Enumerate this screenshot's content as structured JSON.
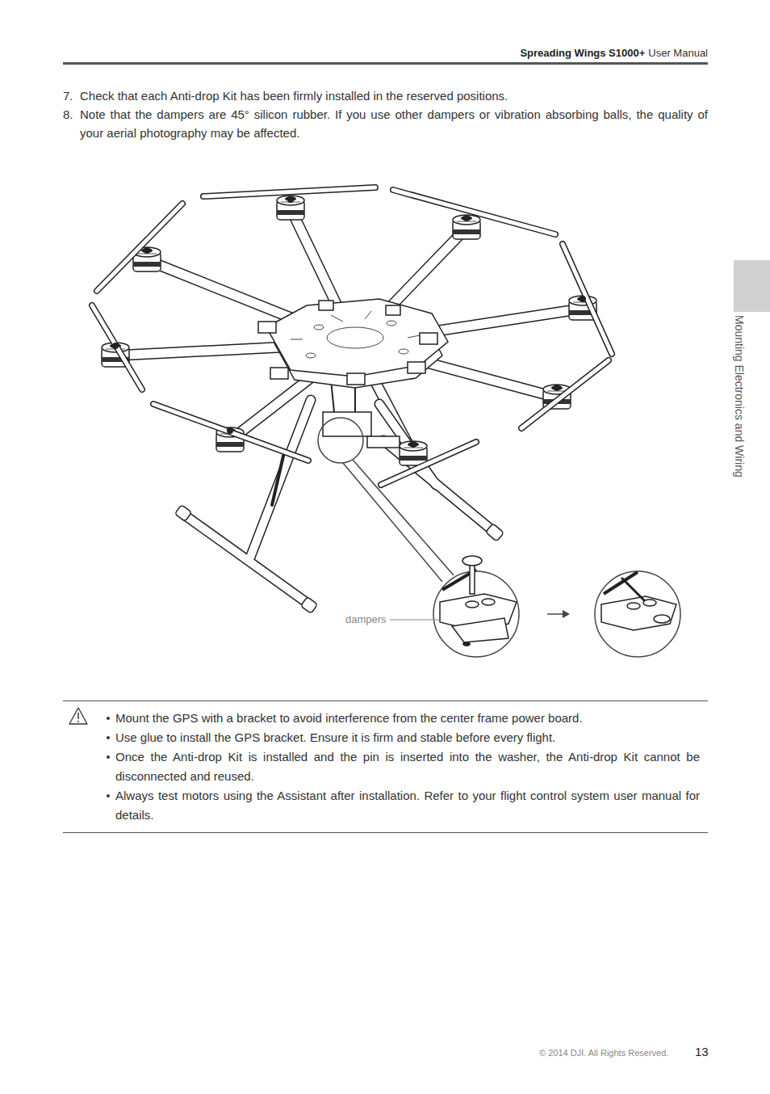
{
  "diagram": {
    "labels": [
      "Spreading Wings S1000+",
      "User Manual",
      "7.",
      "Check that each Anti-drop Kit has been firmly installed in the reserved positions.",
      "8.",
      "Note that the dampers are 45° silicon rubber. If you use other dampers or vibration absorbing balls, the quality of your aerial photography may be affected.",
      "dampers",
      "Mount the GPS with a bracket to avoid interference from the center frame power board.",
      "Use glue to install the GPS bracket. Ensure it is firm and stable before every flight.",
      "Once the Anti-drop Kit is installed and the pin is inserted into the washer, the Anti-drop Kit cannot be disconnected and reused.",
      "Always test motors using the Assistant after installation. Refer to your flight control system user manual for details.",
      "Mounting Electronics and Wiring",
      "© 2014 DJI. All Rights Reserved.",
      "13"
    ]
  }
}
